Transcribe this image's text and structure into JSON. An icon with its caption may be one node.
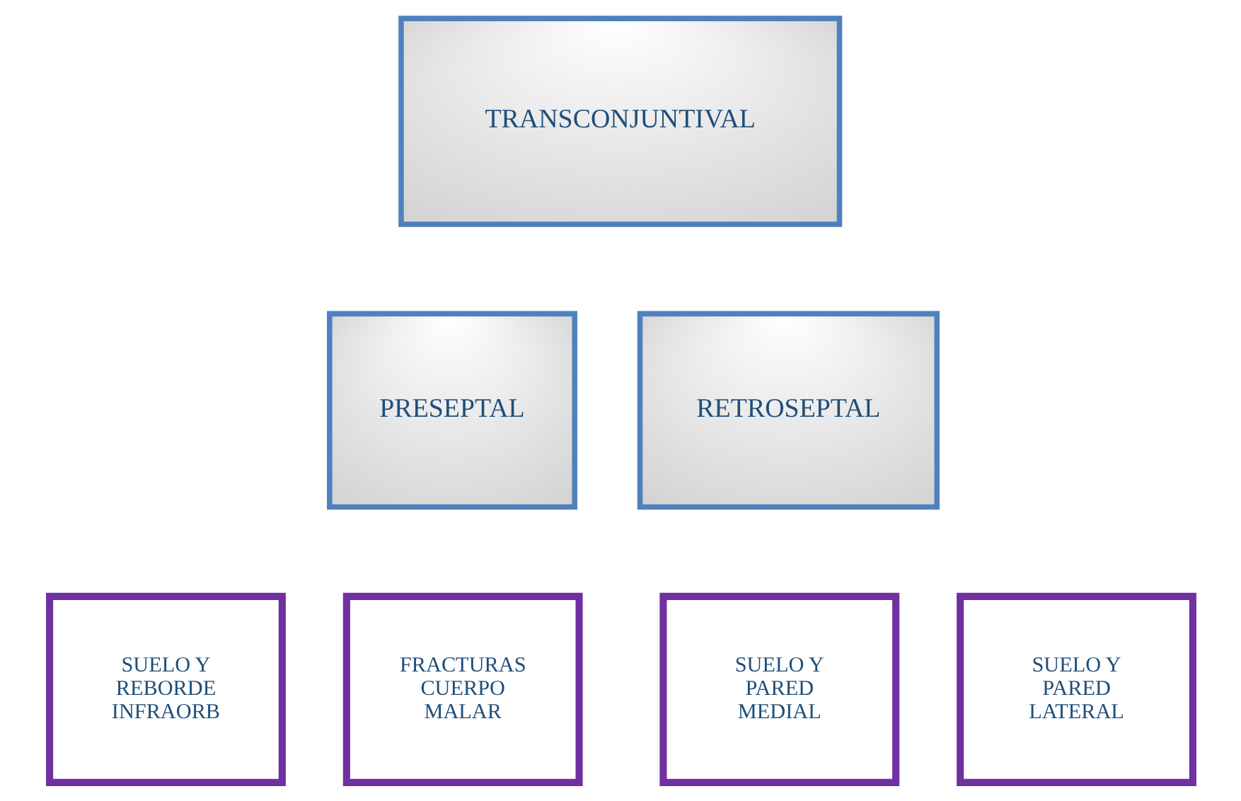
{
  "diagram": {
    "nodes": [
      {
        "text": [
          "TRANSCONJUNTIVAL"
        ]
      },
      {
        "text": [
          "PRESEPTAL"
        ]
      },
      {
        "text": [
          "RETROSEPTAL"
        ]
      },
      {
        "text": [
          "SUELO Y REBORDE INFRAORB"
        ]
      },
      {
        "text": [
          "FRACTURAS CUERPO MALAR"
        ]
      },
      {
        "text": [
          "SUELO Y PARED MEDIAL"
        ]
      },
      {
        "text": [
          "SUELO Y PARED LATERAL"
        ]
      }
    ],
    "edges": []
  }
}
